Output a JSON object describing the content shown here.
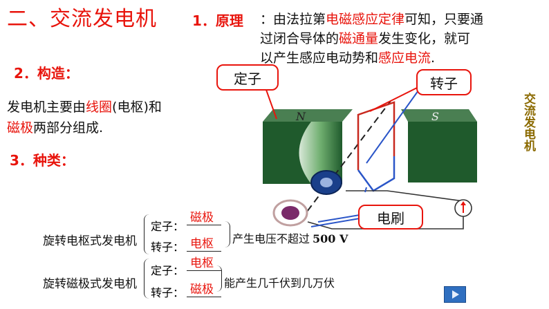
{
  "title": "二、交流发电机",
  "principle": {
    "num": "1．",
    "label": "原理",
    "colon": "：",
    "t1": "由法拉第",
    "t2": "电磁感应定律",
    "t3": "可知，只要通",
    "t4": "过闭合导体的",
    "t5": "磁通量",
    "t6": "发生变化，就可",
    "t7": "以产生感应电动势和",
    "t8": "感应电流",
    "t9": "."
  },
  "structure": {
    "label": "2．构造：",
    "l1a": "发电机主要由",
    "l1b": "线圈",
    "l1c": "(电枢)和",
    "l2a": "磁极",
    "l2b": "两部分组成."
  },
  "types": {
    "label": "3．种类："
  },
  "diagram": {
    "stator_label": "定子",
    "rotor_label": "转子",
    "brush_label": "电刷",
    "pole_n": "N",
    "pole_s": "S"
  },
  "side_title": "交流发电机",
  "classification": {
    "row1": {
      "name": "旋转电枢式发电机",
      "stator": "定子：",
      "stator_ans": "磁极",
      "rotor": "转子：",
      "rotor_ans": "电枢",
      "desc": "产生电压不超过",
      "desc_val": "500 V"
    },
    "row2": {
      "name": "旋转磁极式发电机",
      "stator": "定子：",
      "stator_ans": "电枢",
      "rotor": "转子：",
      "rotor_ans": "磁极",
      "desc": "能产生几千伏到几万伏"
    }
  },
  "colors": {
    "accent": "#e8140c",
    "magnet": "#1f5a2c",
    "coil_red": "#c8281e",
    "coil_blue": "#2a55c8"
  },
  "icons": {
    "next": "play-right-icon",
    "meter": "ammeter-icon"
  }
}
